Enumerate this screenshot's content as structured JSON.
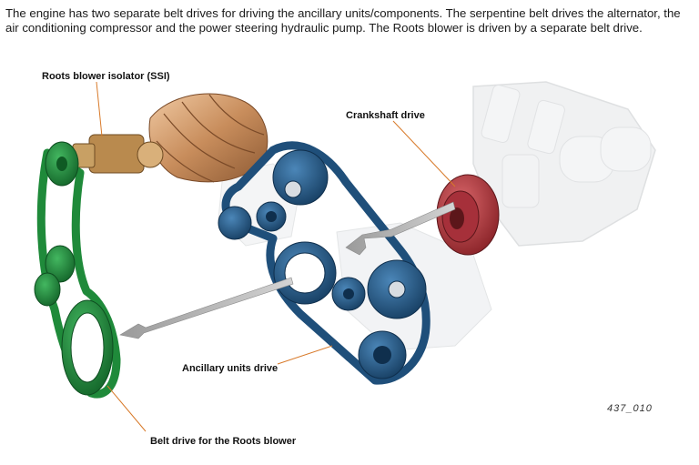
{
  "intro": "The engine has two separate belt drives for driving the ancillary units/components. The serpentine belt drives the alternator, the air conditioning compressor and the power steering hydraulic pump. The Roots blower is driven by a separate belt drive.",
  "labels": {
    "roots_isolator": "Roots blower isolator (SSI)",
    "crankshaft": "Crankshaft drive",
    "ancillary": "Ancillary units drive",
    "roots_belt": "Belt drive for the Roots blower"
  },
  "figure_ref": "437_010",
  "colors": {
    "green_belt": "#1f8a3a",
    "blue_belt": "#1f4f7a",
    "crank_pulley": "#b3363c",
    "blower_rotor": "#c8956a",
    "leader_line": "#d87a2a"
  }
}
